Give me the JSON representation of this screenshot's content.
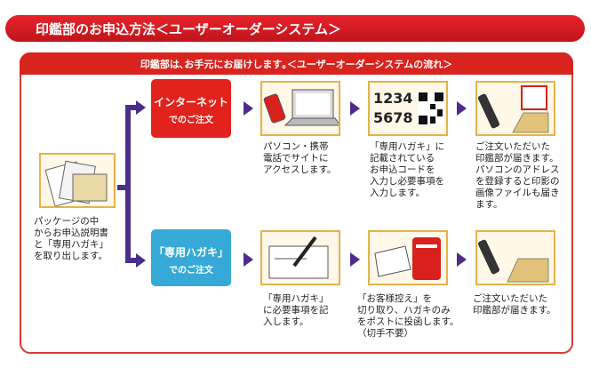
{
  "header": {
    "title": "印鑑部のお申込方法＜ユーザーオーダーシステム＞"
  },
  "flow": {
    "heading": "印鑑部は､お手元にお届けします｡＜ユーザーオーダーシステムの流れ＞"
  },
  "start": {
    "text": "パッケージの中\nからお申込説明書\nと「専用ハガキ」\nを取り出します。"
  },
  "internet": {
    "button_main": "インターネット",
    "button_sub": "でのご注文",
    "step1": "パソコン・携帯\n電話でサイトに\nアクセスします。",
    "code_numbers": [
      "1234",
      "5678"
    ],
    "step2": "「専用ハガキ」に\n記載されている\nお申込コードを\n入力し必要事項を\n入力します。",
    "step3": "ご注文いただいた\n印鑑部が届きます。\nパソコンのアドレス\nを登録すると印影の\n画像ファイルも届き\nます。"
  },
  "postcard": {
    "button_main": "「専用ハガキ」",
    "button_sub": "でのご注文",
    "step1": "「専用ハガキ」\nに必要事項を記\n入します。",
    "step2": "「お客様控え」を\n切り取り、ハガキのみ\nをポストに投函します。\n（切手不要）",
    "step3": "ご注文いただいた\n印鑑部が届きます。"
  },
  "colors": {
    "red": "#e2221c",
    "blue": "#36a9d6",
    "arrow": "#4b2d8c",
    "frame": "#e6b24a"
  }
}
